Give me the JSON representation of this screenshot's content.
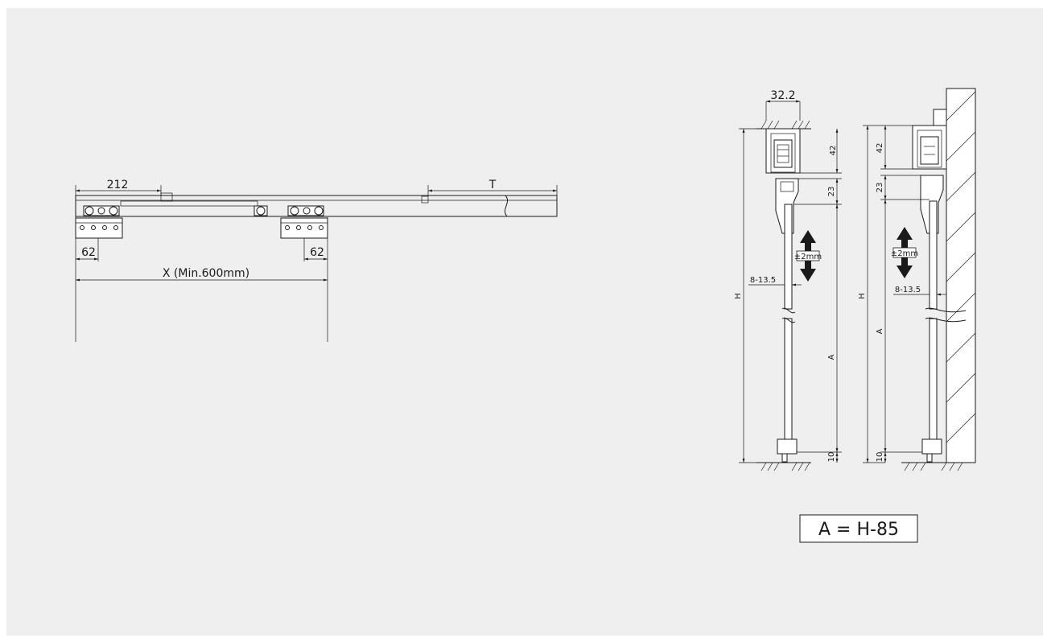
{
  "front_view": {
    "dim_left_offset": "212",
    "dim_track_length": "T",
    "dim_bracket_left": "62",
    "dim_bracket_right": "62",
    "dim_spacing": "X (Min.600mm)"
  },
  "side_view_left": {
    "dim_track_width": "32.2",
    "dim_track_height": "42",
    "dim_hanger": "23",
    "dim_adjust": "±2mm",
    "dim_door_thickness": "8-13.5",
    "dim_total_height": "H",
    "dim_door_height": "A",
    "dim_floor_gap": "10"
  },
  "side_view_right": {
    "dim_track_height": "42",
    "dim_hanger": "23",
    "dim_adjust": "±2mm",
    "dim_door_thickness": "8-13.5",
    "dim_total_height": "H",
    "dim_door_height": "A",
    "dim_floor_gap": "10"
  },
  "formula": "A = H-85"
}
